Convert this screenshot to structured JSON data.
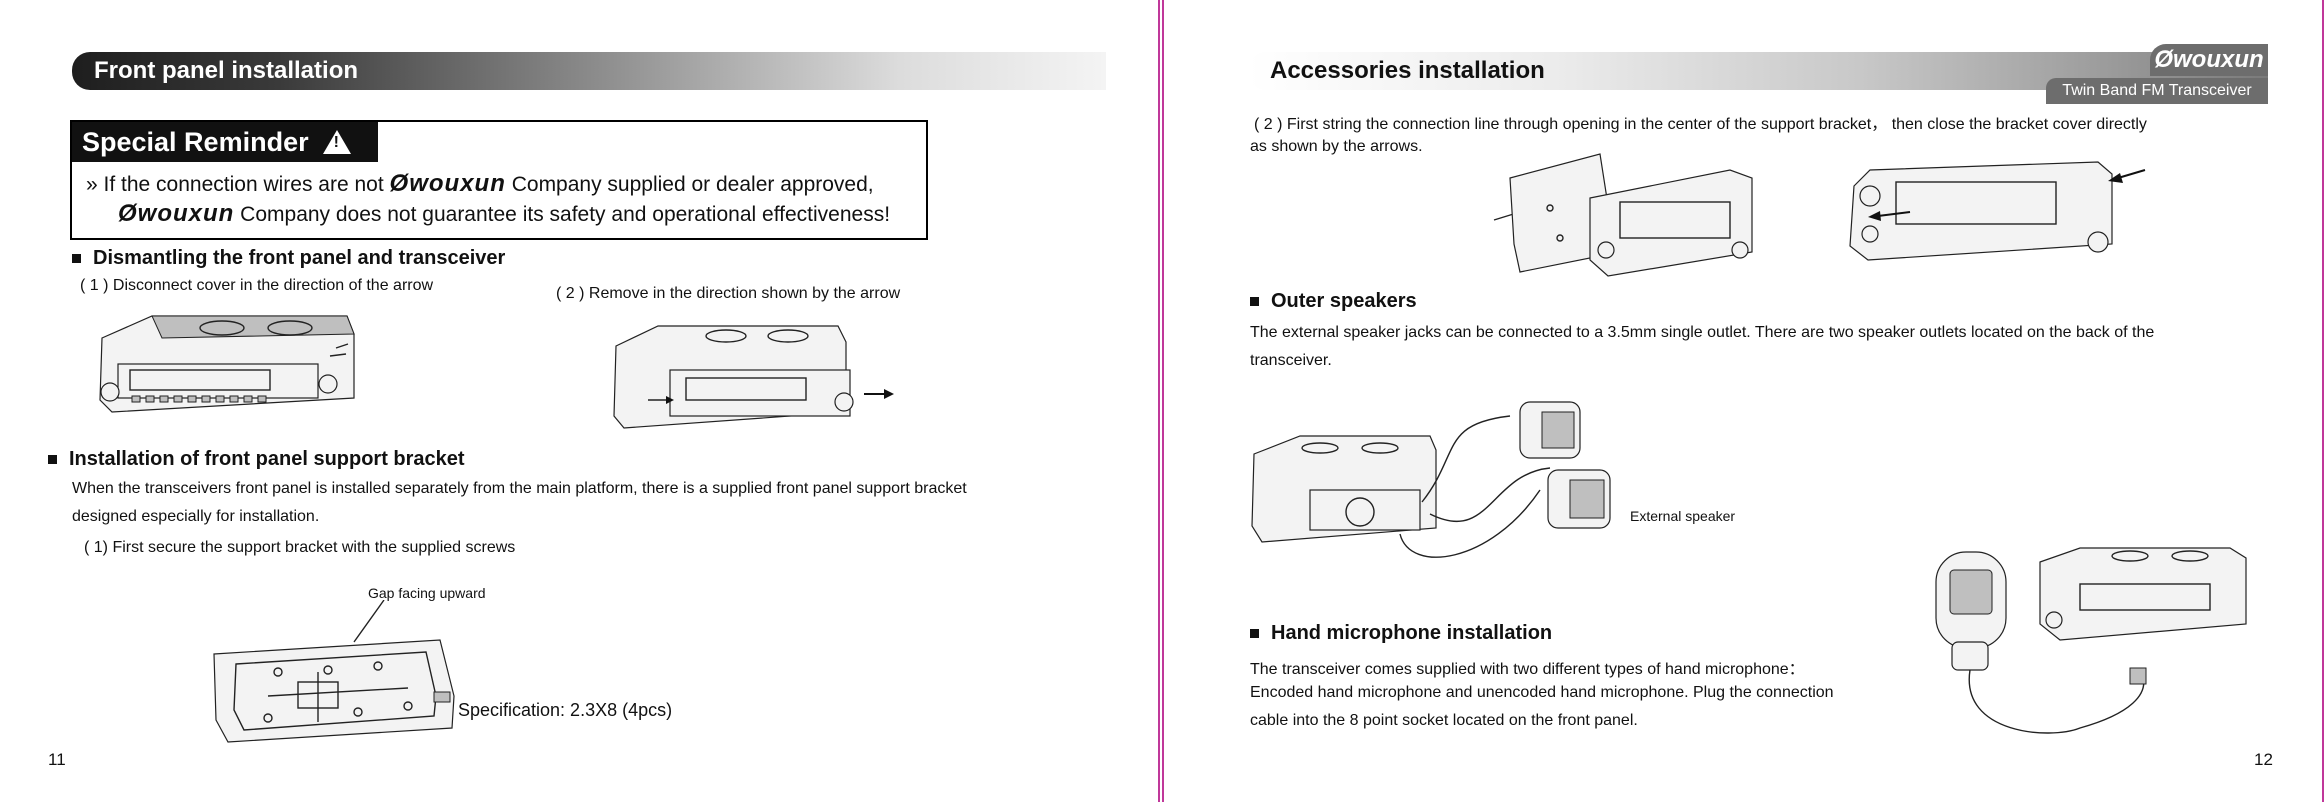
{
  "left_page": {
    "header": "Front panel installation",
    "reminder": {
      "title": "Special Reminder",
      "line1_pre": "If the connection wires are not",
      "brand": "wouxun",
      "line1_post": "Company supplied or dealer approved,",
      "line2_post": "Company does not guarantee its safety and operational effectiveness!"
    },
    "dismantle": {
      "heading": "Dismantling the front panel and transceiver",
      "step1": "( 1 ) Disconnect cover in the direction of the arrow",
      "step2": "( 2 ) Remove in the direction shown by the arrow"
    },
    "bracket": {
      "heading": "Installation of front panel support bracket",
      "para1": "When the transceivers front panel is installed separately from the main platform, there is a supplied front panel support bracket",
      "para2": "designed especially for installation.",
      "step1": "( 1) First secure the support bracket with the supplied screws",
      "gap_label": "Gap facing upward",
      "spec": "Specification: 2.3X8 (4pcs)"
    },
    "page_number": "11"
  },
  "right_page": {
    "header": "Accessories installation",
    "brand": {
      "logo": "wouxun",
      "subtitle": "Twin Band FM Transceiver"
    },
    "accessories": {
      "step2_line1": "( 2 ) First string the connection line through opening in the center of the support bracket， then close the bracket cover directly",
      "step2_line2": "as shown by the arrows."
    },
    "speakers": {
      "heading": "Outer speakers",
      "para1": "The external speaker jacks can be connected to a 3.5mm single outlet. There are two speaker outlets located on the back of the",
      "para2": "transceiver.",
      "label": "External speaker"
    },
    "microphone": {
      "heading": "Hand microphone installation",
      "line1": "The transceiver comes supplied with two different types of hand microphone：",
      "line2": "Encoded hand microphone and unencoded hand microphone. Plug the connection",
      "line3": "cable into the 8 point socket located on the front panel."
    },
    "page_number": "12"
  }
}
